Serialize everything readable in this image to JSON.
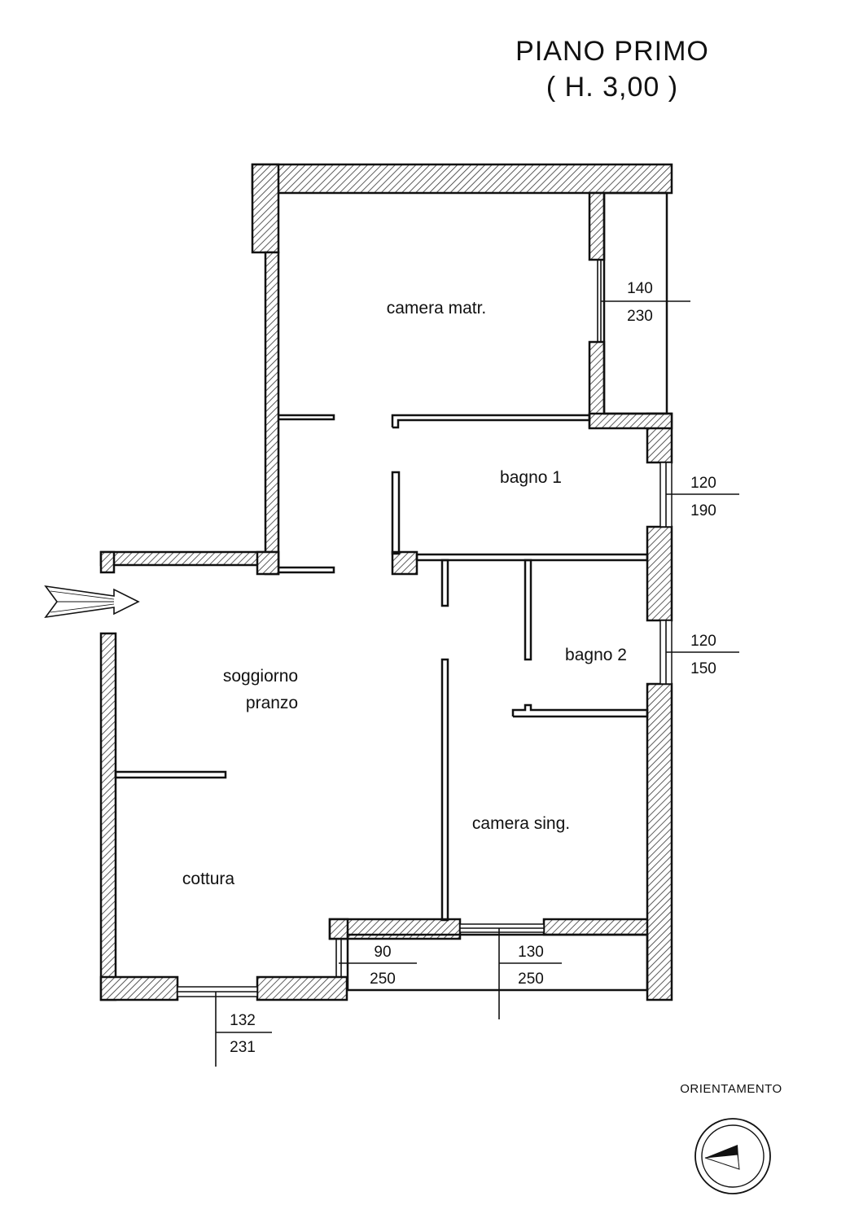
{
  "title": {
    "line1": "PIANO  PRIMO",
    "line2": "(  H. 3,00 )"
  },
  "rooms": {
    "camera_matr": "camera matr.",
    "bagno1": "bagno 1",
    "bagno2": "bagno 2",
    "soggiorno_1": "soggiorno",
    "soggiorno_2": "pranzo",
    "camera_sing": "camera sing.",
    "cottura": "cottura"
  },
  "openings": {
    "w_matr": {
      "top": "140",
      "bottom": "230"
    },
    "w_bagno1": {
      "top": "120",
      "bottom": "190"
    },
    "w_bagno2": {
      "top": "120",
      "bottom": "150"
    },
    "w_sogg": {
      "top": "90",
      "bottom": "250"
    },
    "w_sing": {
      "top": "130",
      "bottom": "250"
    },
    "w_cottura": {
      "top": "132",
      "bottom": "231"
    }
  },
  "compass": {
    "label": "ORIENTAMENTO"
  },
  "icons": {
    "entrance": "entrance-arrow-icon",
    "compass": "compass-icon"
  }
}
